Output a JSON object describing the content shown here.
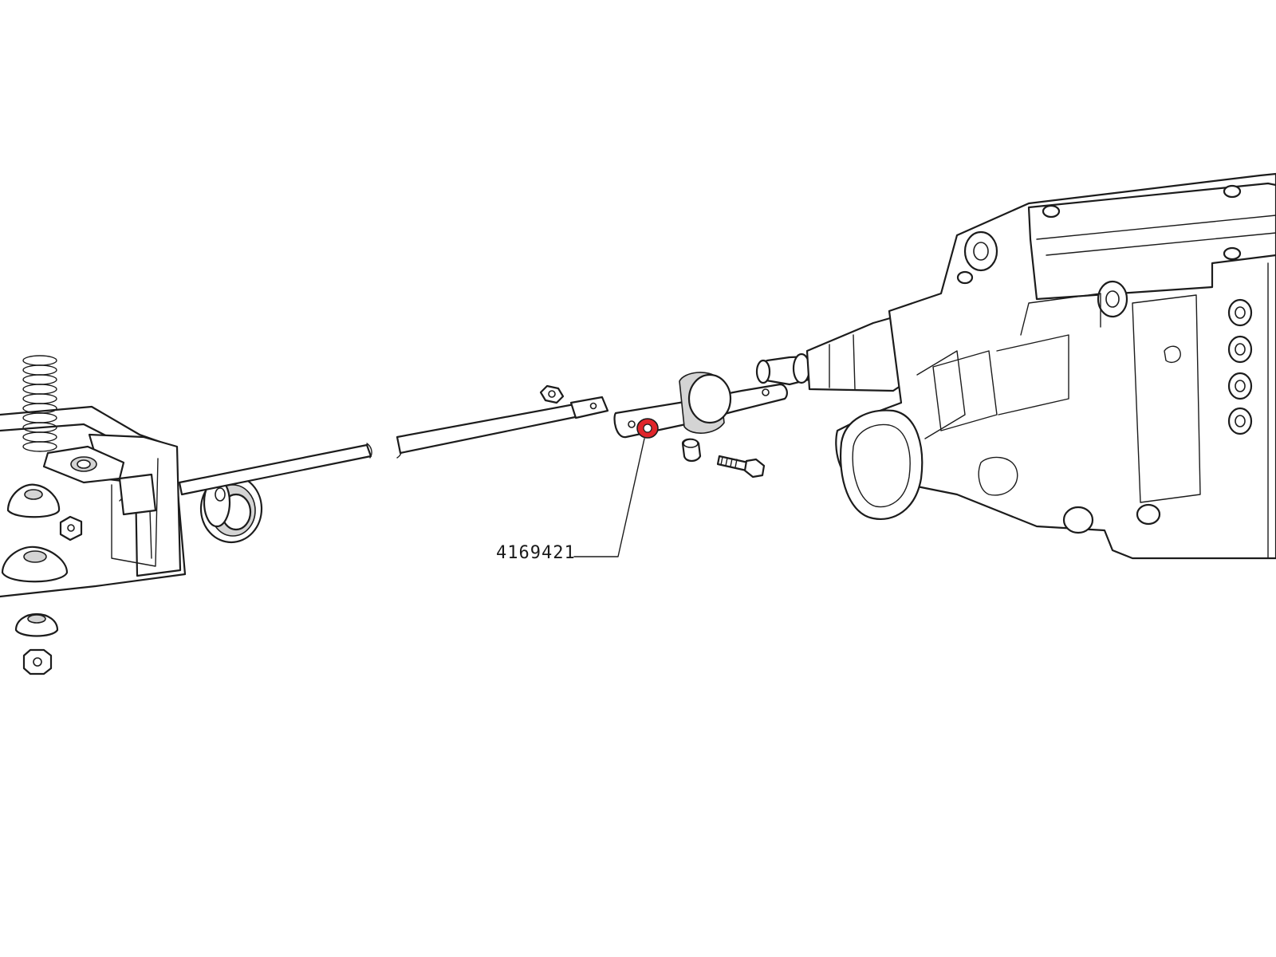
{
  "diagram": {
    "callout": {
      "part_number": "4169421",
      "highlight_color": "#e0252b"
    },
    "components": [
      {
        "name": "spring-coil",
        "icon": "coil-spring-icon"
      },
      {
        "name": "pedal-bracket-assembly",
        "icon": "bracket-icon"
      },
      {
        "name": "rubber-grommet",
        "icon": "grommet-icon"
      },
      {
        "name": "shift-rod",
        "icon": "rod-icon"
      },
      {
        "name": "relay-lever",
        "icon": "lever-icon"
      },
      {
        "name": "bolt",
        "icon": "bolt-icon"
      },
      {
        "name": "gearbox-housing",
        "icon": "gearbox-icon"
      }
    ]
  }
}
